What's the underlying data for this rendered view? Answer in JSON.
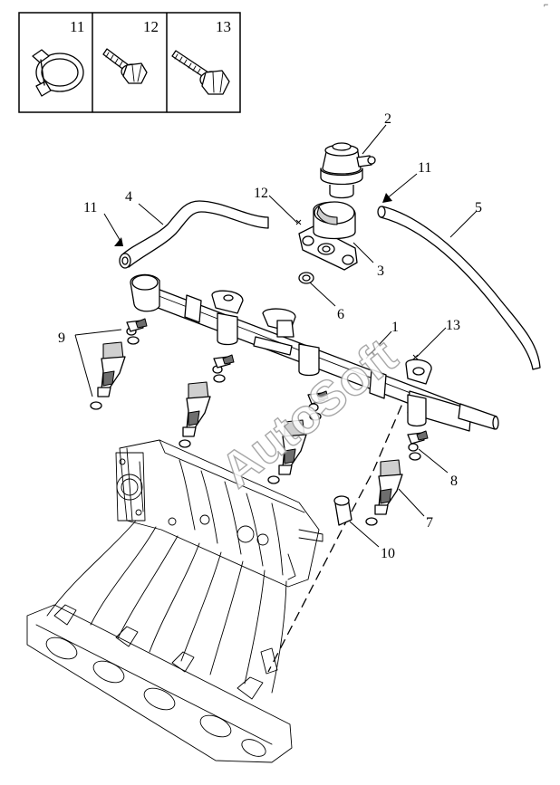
{
  "inset": {
    "cells": [
      {
        "number": "11",
        "icon": "hose-clamp-icon"
      },
      {
        "number": "12",
        "icon": "flange-bolt-icon"
      },
      {
        "number": "13",
        "icon": "long-flange-bolt-icon"
      }
    ]
  },
  "callouts": {
    "c1": "1",
    "c2": "2",
    "c3": "3",
    "c4": "4",
    "c5": "5",
    "c6": "6",
    "c7": "7",
    "c8": "8",
    "c9": "9",
    "c10": "10",
    "c11a": "11",
    "c11b": "11",
    "c12": "12",
    "c13": "13"
  },
  "watermark": "AutoSoft",
  "corner_mark": "⌐"
}
